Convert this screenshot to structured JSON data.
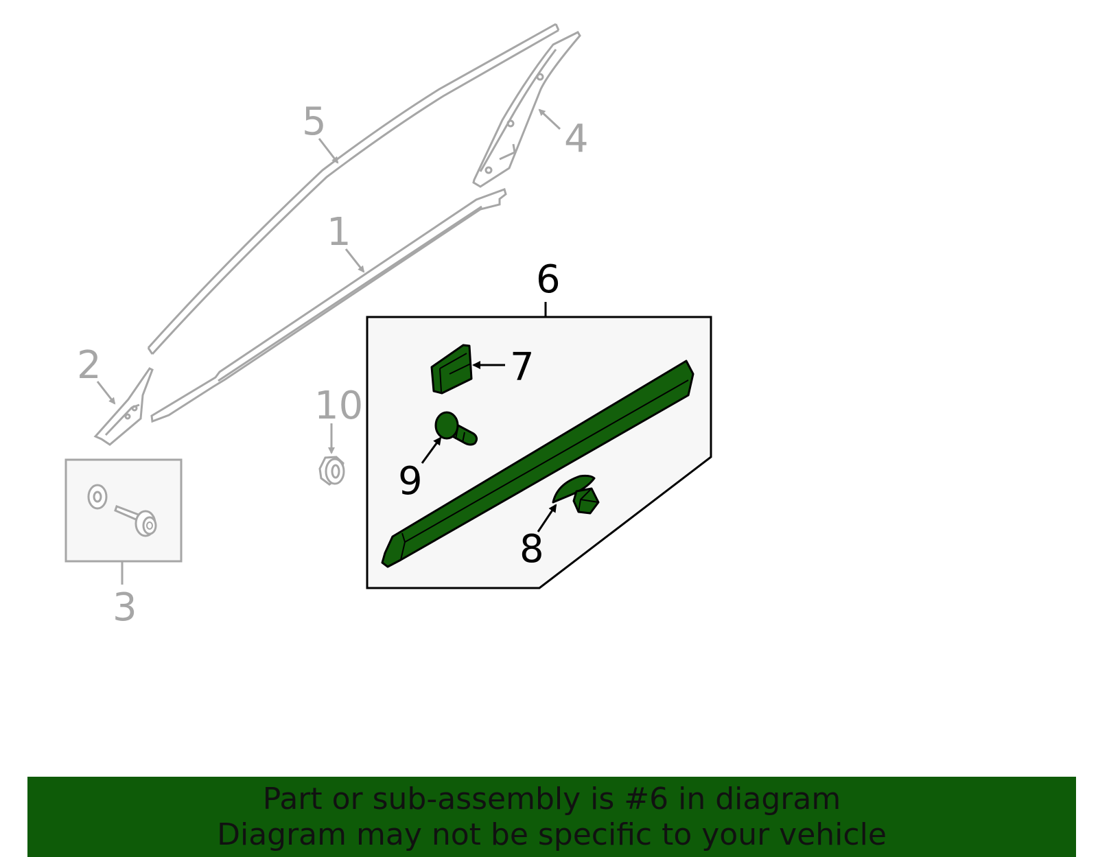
{
  "colors": {
    "gray_part": "#a6a6a6",
    "highlight": "#135f0b",
    "outline": "#000000",
    "box_fill": "#f7f7f7",
    "banner": "#0e5b08"
  },
  "callouts": {
    "c1": "1",
    "c2": "2",
    "c3": "3",
    "c4": "4",
    "c5": "5",
    "c6": "6",
    "c7": "7",
    "c8": "8",
    "c9": "9",
    "c10": "10"
  },
  "banner": {
    "line1": "Part or sub-assembly is #6 in diagram",
    "line2": "Diagram may not be specific to your vehicle"
  }
}
